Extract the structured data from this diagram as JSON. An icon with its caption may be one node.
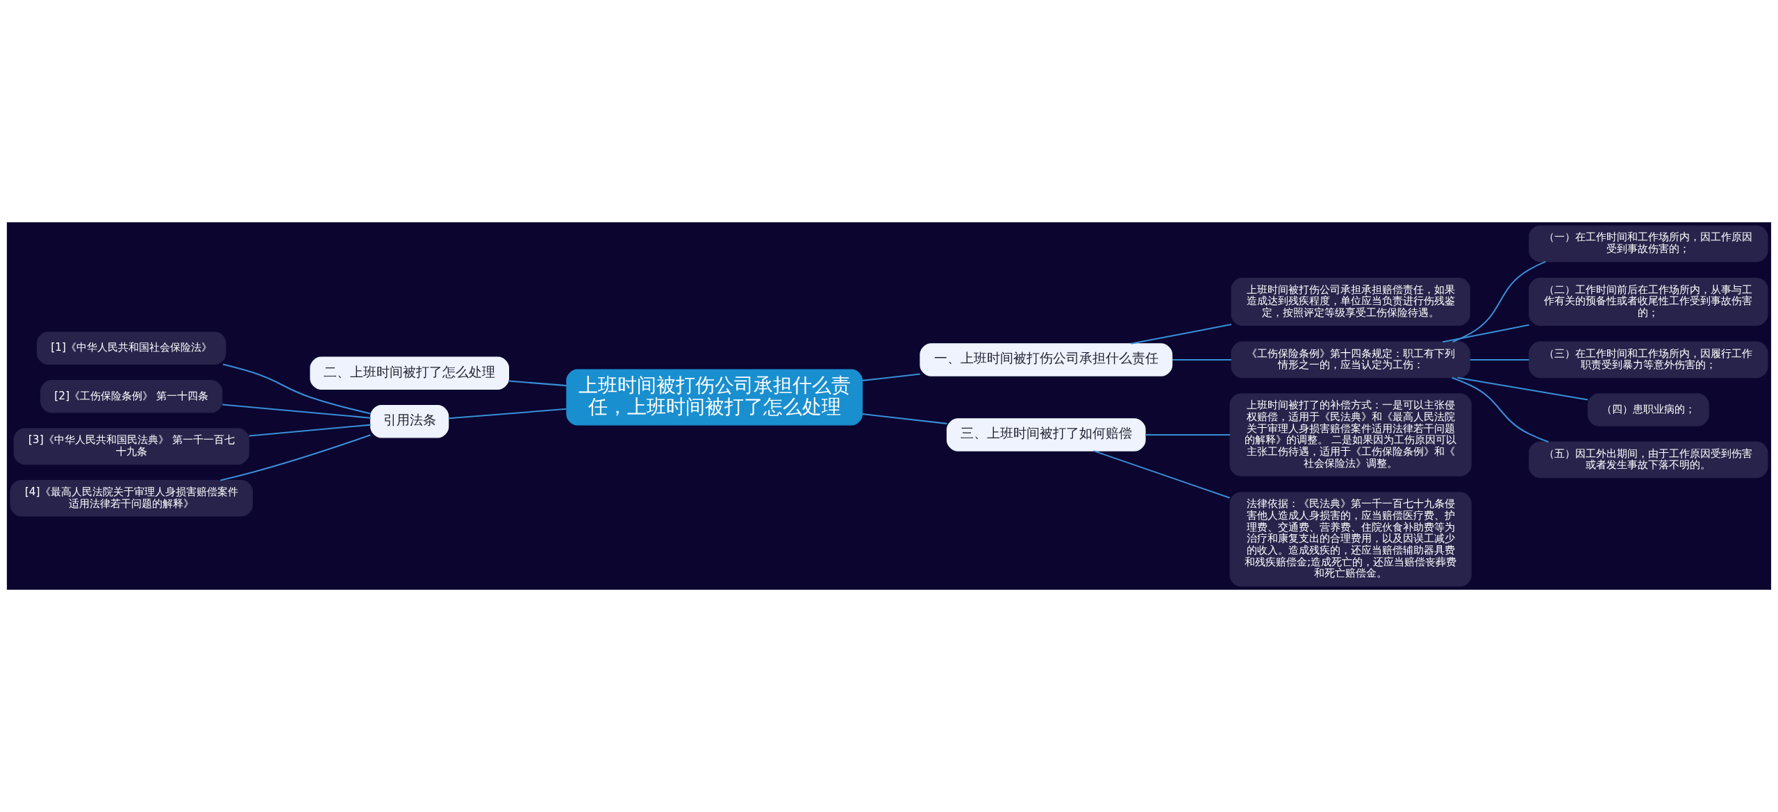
{
  "diagram": {
    "nodes": [
      {
        "text": [
          "上班时间被打伤公司承担什么责任，上班时间被打了怎么处理"
        ]
      },
      {
        "text": [
          "一、上班时间被打伤公司承担什么责任"
        ]
      },
      {
        "text": [
          "上班时间被打伤公司承担承担赔偿责任，如果造成达到残疾程度，单位应当负责进行伤残鉴定，按照评定等级享受工伤保险待遇。"
        ]
      },
      {
        "text": [
          "《工伤保险条例》第十四条规定：职工有下列情形之一的，应当认定为工伤："
        ]
      },
      {
        "text": [
          "（一）在工作时间和工作场所内，因工作原因受到事故伤害的；"
        ]
      },
      {
        "text": [
          "（二）工作时间前后在工作场所内，从事与工作有关的预备性或者收尾性工作受到事故伤害的；"
        ]
      },
      {
        "text": [
          "（三）在工作时间和工作场所内，因履行工作职责受到暴力等意外伤害的；"
        ]
      },
      {
        "text": [
          "（四）患职业病的；"
        ]
      },
      {
        "text": [
          "（五）因工外出期间，由于工作原因受到伤害或者发生事故下落不明的。"
        ]
      },
      {
        "text": [
          "二、上班时间被打了怎么处理"
        ]
      },
      {
        "text": [
          "引用法条"
        ]
      },
      {
        "text": [
          "[1]《中华人民共和国社会保险法》"
        ]
      },
      {
        "text": [
          "[2]《工伤保险条例》 第一十四条"
        ]
      },
      {
        "text": [
          "[3]《中华人民共和国民法典》 第一千一百七十九条"
        ]
      },
      {
        "text": [
          "[4]《最高人民法院关于审理人身损害赔偿案件适用法律若干问题的解释》"
        ]
      },
      {
        "text": [
          "三、上班时间被打了如何赔偿"
        ]
      },
      {
        "text": [
          "上班时间被打了的补偿方式：一是可以主张侵权赔偿，适用于《民法典》和《最高人民法院关于审理人身损害赔偿案件适用法律若干问题的解释》的调整。 二是如果因为工伤原因可以主张工伤待遇，适用于《工伤保险条例》和《社会保险法》调整。"
        ]
      },
      {
        "text": [
          "法律依据：《民法典》第一千一百七十九条侵害他人造成人身损害的，应当赔偿医疗费、护理费、交通费、营养费、住院伙食补助费等为治疗和康复支出的合理费用，以及因误工减少的收入。造成残疾的，还应当赔偿辅助器具费和残疾赔偿金;造成死亡的，还应当赔偿丧葬费和死亡赔偿金。"
        ]
      }
    ],
    "edges": [
      {
        "from": 0,
        "to": 1,
        "arrow": "none"
      },
      {
        "from": 1,
        "to": 2,
        "arrow": "none"
      },
      {
        "from": 1,
        "to": 3,
        "arrow": "none"
      },
      {
        "from": 3,
        "to": 4,
        "arrow": "none"
      },
      {
        "from": 3,
        "to": 5,
        "arrow": "none"
      },
      {
        "from": 3,
        "to": 6,
        "arrow": "none"
      },
      {
        "from": 3,
        "to": 7,
        "arrow": "none"
      },
      {
        "from": 3,
        "to": 8,
        "arrow": "none"
      },
      {
        "from": 0,
        "to": 9,
        "arrow": "none"
      },
      {
        "from": 0,
        "to": 10,
        "arrow": "none"
      },
      {
        "from": 10,
        "to": 11,
        "arrow": "none"
      },
      {
        "from": 10,
        "to": 12,
        "arrow": "none"
      },
      {
        "from": 10,
        "to": 13,
        "arrow": "none"
      },
      {
        "from": 10,
        "to": 14,
        "arrow": "none"
      },
      {
        "from": 0,
        "to": 15,
        "arrow": "none"
      },
      {
        "from": 15,
        "to": 16,
        "arrow": "none"
      },
      {
        "from": 15,
        "to": 17,
        "arrow": "none"
      }
    ]
  }
}
